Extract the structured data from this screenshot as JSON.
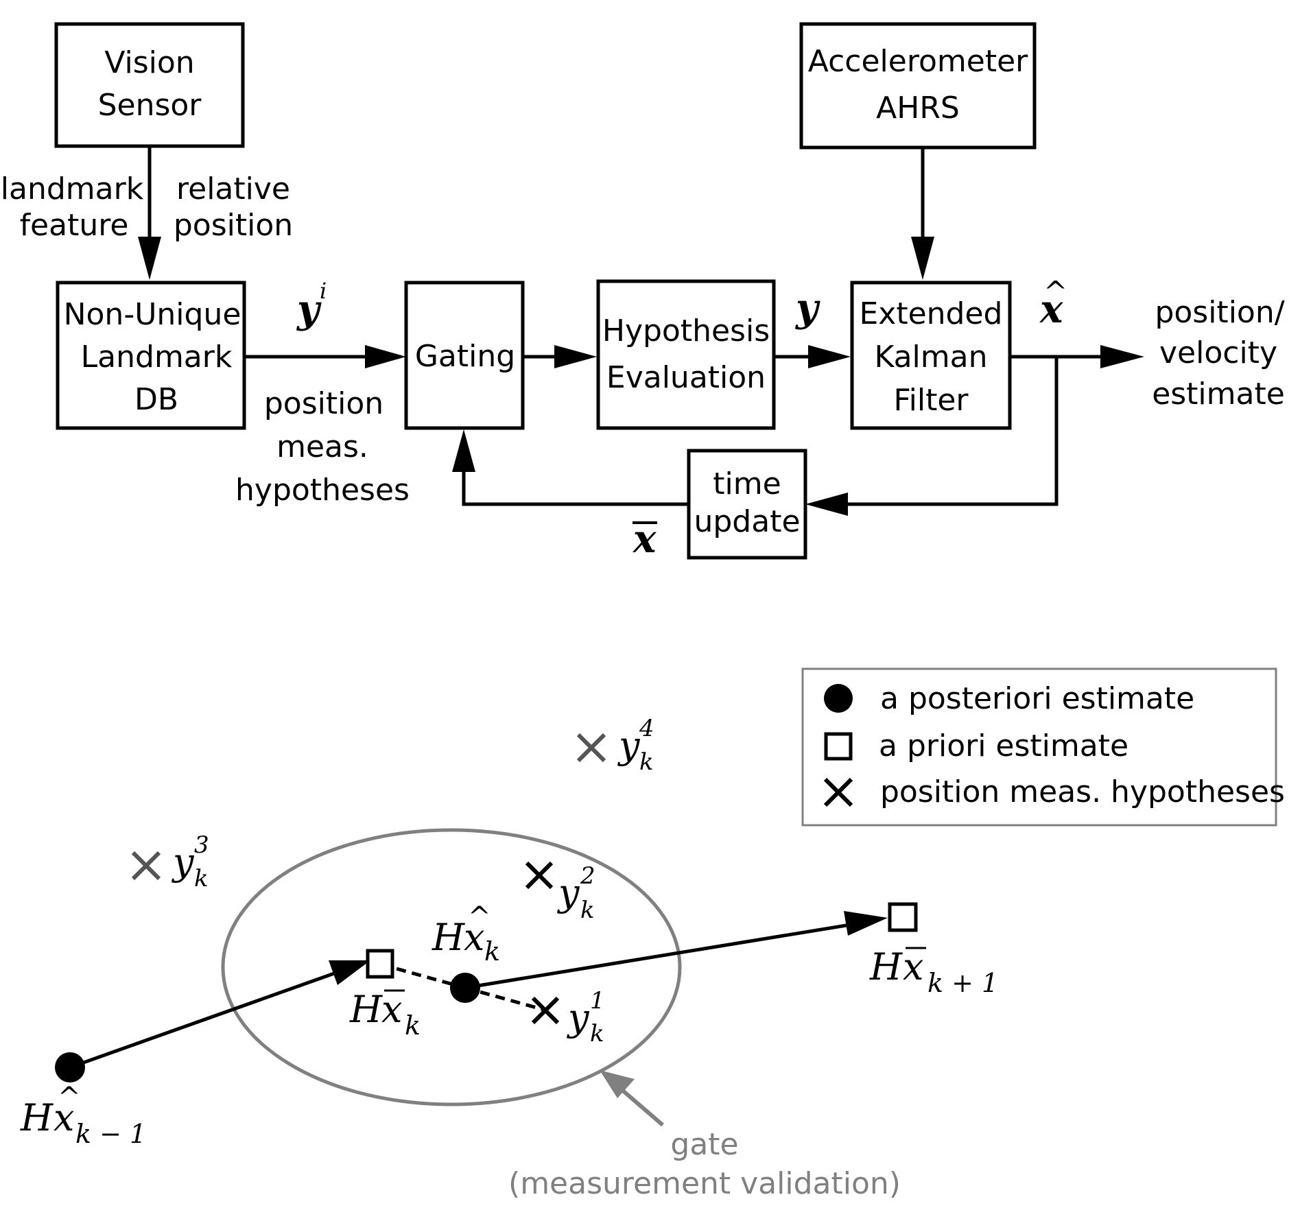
{
  "block_diagram": {
    "vision_sensor": [
      "Vision",
      "Sensor"
    ],
    "accelerometer": [
      "Accelerometer",
      "AHRS"
    ],
    "landmark_db": [
      "Non-Unique",
      "Landmark",
      "DB"
    ],
    "gating": "Gating",
    "hypothesis": [
      "Hypothesis",
      "Evaluation"
    ],
    "ekf": [
      "Extended",
      "Kalman",
      "Filter"
    ],
    "time_update": [
      "time",
      "update"
    ],
    "label_landmark_feature": [
      "landmark",
      "feature"
    ],
    "label_relative_position": [
      "relative",
      "position"
    ],
    "label_hypotheses": [
      "position",
      "meas.",
      "hypotheses"
    ],
    "label_output": [
      "position/",
      "velocity",
      "estimate"
    ],
    "sym_yi": "y",
    "sym_yi_sup": "i",
    "sym_y": "y",
    "sym_xhat": "x",
    "sym_xhat_accent": "^",
    "sym_xbar": "x"
  },
  "gating_plot": {
    "legend": {
      "posterior": "a posteriori estimate",
      "prior": "a priori estimate",
      "hypotheses": "position meas. hypotheses"
    },
    "labels": {
      "H": "H",
      "x": "x",
      "hat": "^",
      "k_minus_1": "k − 1",
      "k": "k",
      "k_plus_1": "k + 1",
      "y": "y",
      "one": "1",
      "two": "2",
      "three": "3",
      "four": "4"
    },
    "gate_label": [
      "gate",
      "(measurement validation)"
    ]
  }
}
